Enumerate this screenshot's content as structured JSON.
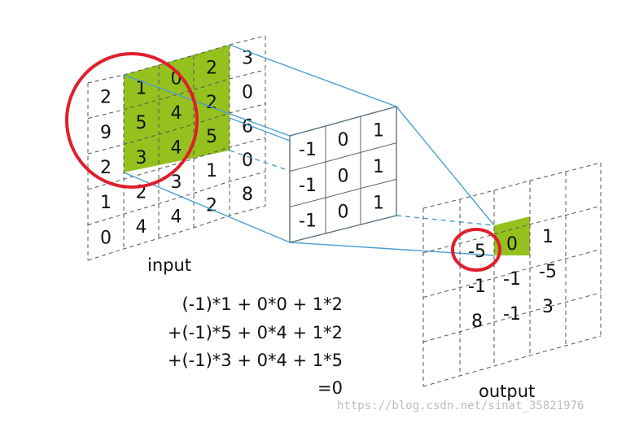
{
  "colors": {
    "highlight": "#95c11f",
    "connector": "#4a9fcf",
    "circle": "#e01e2b"
  },
  "input": {
    "label": "input",
    "rows": [
      [
        "2",
        "1",
        "0",
        "2",
        "3"
      ],
      [
        "9",
        "5",
        "4",
        "2",
        "0"
      ],
      [
        "2",
        "3",
        "4",
        "5",
        "6"
      ],
      [
        "1",
        "2",
        "3",
        "1",
        "0"
      ],
      [
        "0",
        "4",
        "4",
        "2",
        "8"
      ]
    ]
  },
  "kernel": {
    "rows": [
      [
        "-1",
        "0",
        "1"
      ],
      [
        "-1",
        "0",
        "1"
      ],
      [
        "-1",
        "0",
        "1"
      ]
    ]
  },
  "output": {
    "label": "output",
    "rows": [
      [
        "-5",
        "0",
        "1",
        ""
      ],
      [
        "-1",
        "-1",
        "-5",
        ""
      ],
      [
        "8",
        "-1",
        "3",
        ""
      ],
      [
        "",
        "",
        "",
        ""
      ]
    ]
  },
  "equation": {
    "lines": [
      "(-1)*1 +  0*0 + 1*2",
      "+(-1)*5 +  0*4 + 1*2",
      "+(-1)*3 +  0*4 + 1*5",
      "=0"
    ]
  },
  "watermark": "https://blog.csdn.net/sinat_35821976"
}
